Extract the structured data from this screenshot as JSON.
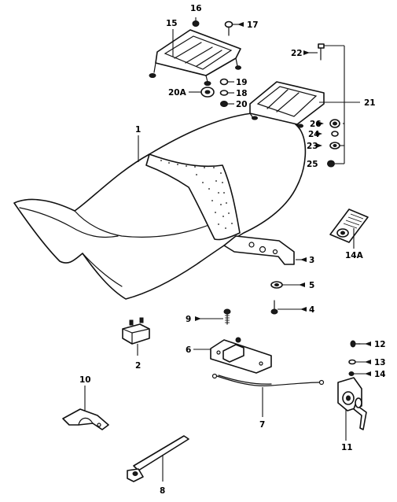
{
  "callouts": [
    {
      "id": "1",
      "part": "seat"
    },
    {
      "id": "2",
      "part": "seat-damper"
    },
    {
      "id": "3",
      "part": "seat-bracket"
    },
    {
      "id": "4",
      "part": "bolt"
    },
    {
      "id": "5",
      "part": "washer"
    },
    {
      "id": "6",
      "part": "seat-lock"
    },
    {
      "id": "7",
      "part": "lock-cable"
    },
    {
      "id": "8",
      "part": "helmet-wire"
    },
    {
      "id": "9",
      "part": "bolt"
    },
    {
      "id": "10",
      "part": "clamp"
    },
    {
      "id": "11",
      "part": "lock-set"
    },
    {
      "id": "12",
      "part": "screw"
    },
    {
      "id": "13",
      "part": "washer"
    },
    {
      "id": "14",
      "part": "nut"
    },
    {
      "id": "14A",
      "part": "label"
    },
    {
      "id": "15",
      "part": "rear-rack"
    },
    {
      "id": "16",
      "part": "nut"
    },
    {
      "id": "17",
      "part": "bolt"
    },
    {
      "id": "18",
      "part": "washer"
    },
    {
      "id": "19",
      "part": "spacer"
    },
    {
      "id": "20",
      "part": "nut"
    },
    {
      "id": "20A",
      "part": "cushion"
    },
    {
      "id": "21",
      "part": "carrier"
    },
    {
      "id": "22",
      "part": "bolt"
    },
    {
      "id": "23",
      "part": "washer"
    },
    {
      "id": "24",
      "part": "spacer"
    },
    {
      "id": "25",
      "part": "nut"
    },
    {
      "id": "26",
      "part": "cushion"
    }
  ],
  "colors": {
    "line": "#111111",
    "background": "#ffffff"
  }
}
